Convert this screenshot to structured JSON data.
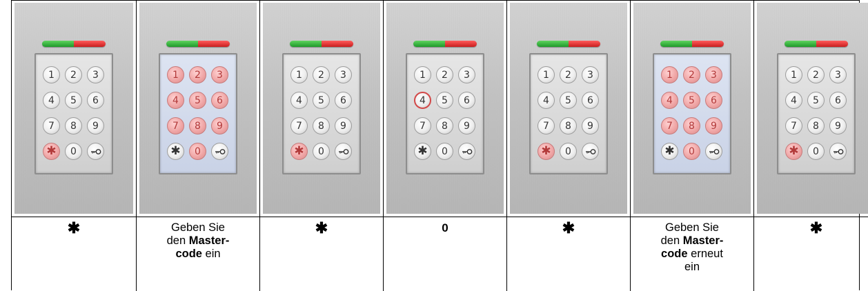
{
  "colors": {
    "led_green": "#2fb53a",
    "led_red": "#e03030",
    "lit_key": "#f0a7a7"
  },
  "keys": [
    "1",
    "2",
    "3",
    "4",
    "5",
    "6",
    "7",
    "8",
    "9",
    "*",
    "0",
    "key-icon"
  ],
  "steps": [
    {
      "lit": [],
      "lit_keypad": false,
      "highlight": [
        "*"
      ],
      "outline": [],
      "caption_html": "<span class='star'>✱</span>"
    },
    {
      "lit": [
        "1",
        "2",
        "3",
        "4",
        "5",
        "6",
        "7",
        "8",
        "9",
        "0"
      ],
      "lit_keypad": true,
      "highlight": [],
      "outline": [],
      "caption_html": "Geben Sie<br>den <b>Master-<br>code</b> ein"
    },
    {
      "lit": [],
      "lit_keypad": false,
      "highlight": [
        "*"
      ],
      "outline": [],
      "caption_html": "<span class='star'>✱</span>"
    },
    {
      "lit": [],
      "lit_keypad": false,
      "highlight": [],
      "outline": [
        "4"
      ],
      "caption_html": "<span class='zero'>0</span>"
    },
    {
      "lit": [],
      "lit_keypad": false,
      "highlight": [
        "*"
      ],
      "outline": [],
      "caption_html": "<span class='star'>✱</span>"
    },
    {
      "lit": [
        "1",
        "2",
        "3",
        "4",
        "5",
        "6",
        "7",
        "8",
        "9",
        "0"
      ],
      "lit_keypad": true,
      "highlight": [],
      "outline": [],
      "caption_html": "Geben Sie<br>den <b>Master-<br>code</b> erneut<br>ein"
    },
    {
      "lit": [],
      "lit_keypad": false,
      "highlight": [
        "*"
      ],
      "outline": [],
      "caption_html": "<span class='star'>✱</span>"
    }
  ]
}
